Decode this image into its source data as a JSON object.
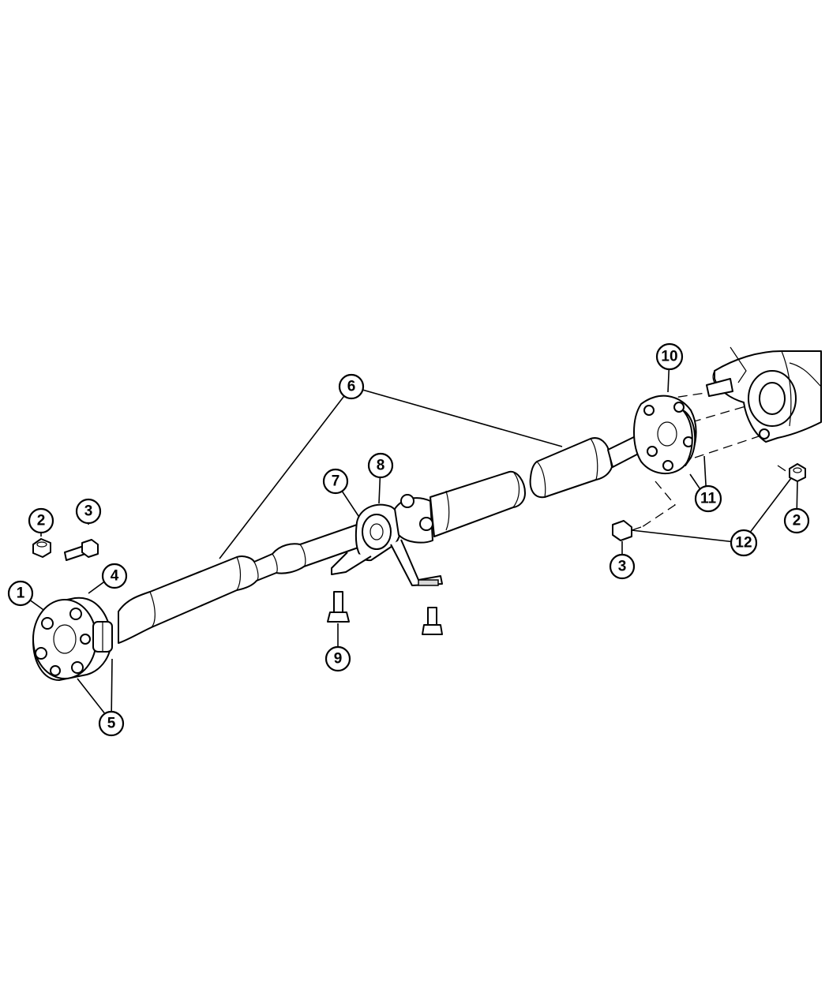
{
  "callouts": {
    "c1": "1",
    "c2a": "2",
    "c2b": "2",
    "c3a": "3",
    "c3b": "3",
    "c4": "4",
    "c5": "5",
    "c6": "6",
    "c7": "7",
    "c8": "8",
    "c9": "9",
    "c10": "10",
    "c11": "11",
    "c12": "12"
  },
  "colors": {
    "line": "#000000",
    "background": "#ffffff",
    "shade": "#d8d8d8"
  }
}
